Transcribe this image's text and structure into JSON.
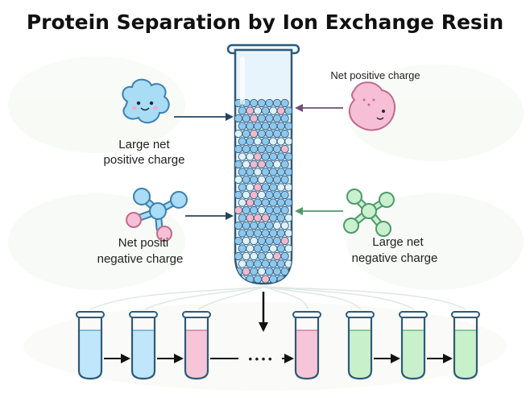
{
  "title": "Protein Separation by Ion Exchange Resin",
  "labels": {
    "large_positive": [
      "Large net",
      "positive charge"
    ],
    "net_positive": "Net positive charge",
    "net_negative": [
      "Net positi",
      "negative charge"
    ],
    "large_negative": [
      "Large net",
      "negative charge"
    ]
  },
  "ellipsis": "• • • •",
  "colors": {
    "blue_protein": "#a9dcf5",
    "pink_protein": "#f7bfd6",
    "green_protein": "#c9f0cf",
    "arrow_dark": "#23465e",
    "arrow_purple": "#6f4f7a",
    "arrow_green": "#4f9a6a",
    "column_glass": "#e8f4fb",
    "bead_blue": "#8fc8ee",
    "bead_light": "#dff1fb",
    "bead_pink": "#f4b8cc",
    "fraction_blue": "#bfe6fb",
    "fraction_pink": "#f6c6d8",
    "fraction_green": "#c8f1cb"
  },
  "fractions": [
    "blue",
    "blue",
    "pink",
    "pink",
    "green",
    "green",
    "green"
  ]
}
